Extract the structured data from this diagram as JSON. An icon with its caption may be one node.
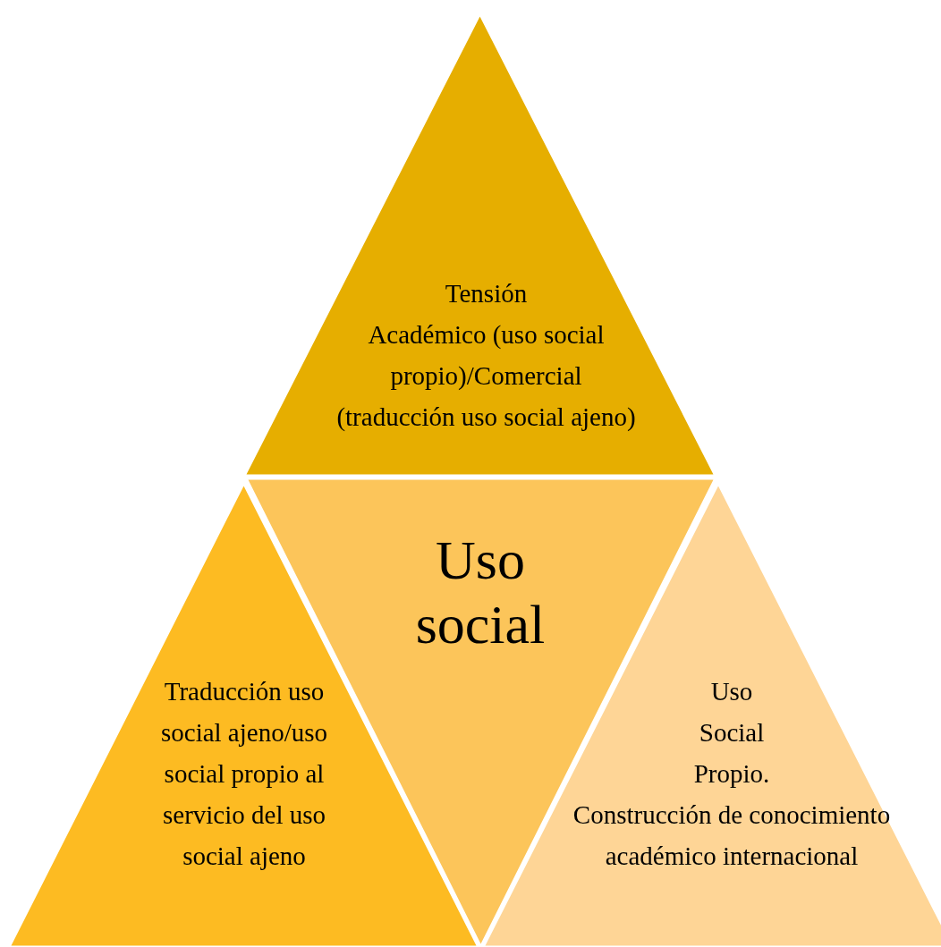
{
  "diagram": {
    "nodes": [
      {
        "text": [
          "Tensión",
          "Académico (uso social propio)/Comercial (traducción uso social ajeno)"
        ]
      },
      {
        "text": [
          "Uso social"
        ]
      },
      {
        "text": [
          "Traducción uso social ajeno/uso social propio al servicio del uso social ajeno"
        ]
      },
      {
        "text": [
          "Uso Social Propio.",
          "Construcción de conocimiento académico internacional"
        ]
      }
    ]
  }
}
